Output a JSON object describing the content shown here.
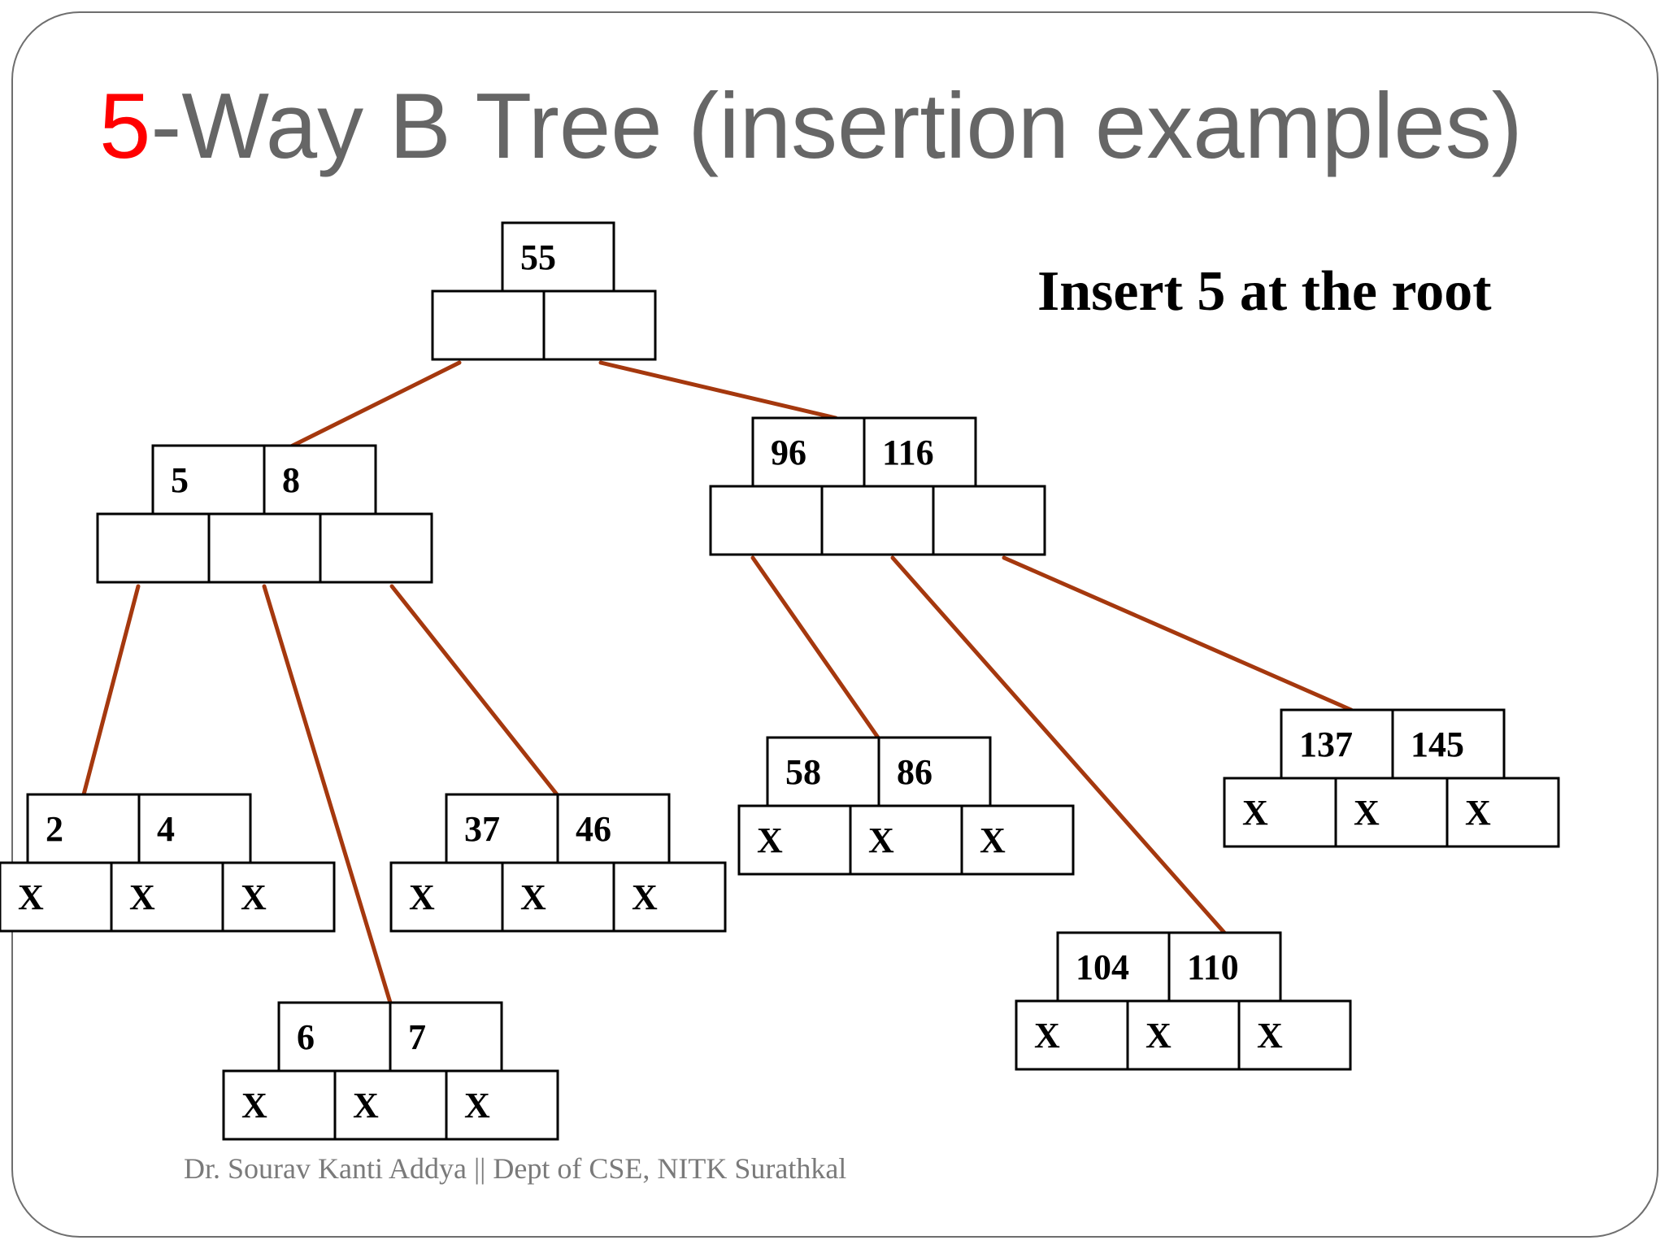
{
  "slide": {
    "title_number": "5",
    "title_rest": "-Way B Tree (insertion examples)",
    "caption": "Insert 5 at the root",
    "footer": "Dr. Sourav Kanti Addya || Dept of CSE, NITK Surathkal"
  },
  "colors": {
    "title_number": "#ff0000",
    "title_text": "#666666",
    "edge": "#a5380e",
    "footer": "#7a7a7a"
  },
  "tree": {
    "nodes": [
      {
        "id": "root",
        "keys": [
          "55"
        ],
        "pointers": [
          "",
          ""
        ]
      },
      {
        "id": "left-internal",
        "keys": [
          "5",
          "8"
        ],
        "pointers": [
          "",
          "",
          ""
        ]
      },
      {
        "id": "right-internal",
        "keys": [
          "96",
          "116"
        ],
        "pointers": [
          "",
          "",
          ""
        ]
      },
      {
        "id": "leaf-2-4",
        "keys": [
          "2",
          "4"
        ],
        "pointers": [
          "X",
          "X",
          "X"
        ]
      },
      {
        "id": "leaf-6-7",
        "keys": [
          "6",
          "7"
        ],
        "pointers": [
          "X",
          "X",
          "X"
        ]
      },
      {
        "id": "leaf-37-46",
        "keys": [
          "37",
          "46"
        ],
        "pointers": [
          "X",
          "X",
          "X"
        ]
      },
      {
        "id": "leaf-58-86",
        "keys": [
          "58",
          "86"
        ],
        "pointers": [
          "X",
          "X",
          "X"
        ]
      },
      {
        "id": "leaf-104-110",
        "keys": [
          "104",
          "110"
        ],
        "pointers": [
          "X",
          "X",
          "X"
        ]
      },
      {
        "id": "leaf-137-145",
        "keys": [
          "137",
          "145"
        ],
        "pointers": [
          "X",
          "X",
          "X"
        ]
      }
    ],
    "edges": [
      {
        "from": "root",
        "to": "left-internal"
      },
      {
        "from": "root",
        "to": "right-internal"
      },
      {
        "from": "left-internal",
        "to": "leaf-2-4"
      },
      {
        "from": "left-internal",
        "to": "leaf-6-7"
      },
      {
        "from": "left-internal",
        "to": "leaf-37-46"
      },
      {
        "from": "right-internal",
        "to": "leaf-58-86"
      },
      {
        "from": "right-internal",
        "to": "leaf-104-110"
      },
      {
        "from": "right-internal",
        "to": "leaf-137-145"
      }
    ]
  }
}
